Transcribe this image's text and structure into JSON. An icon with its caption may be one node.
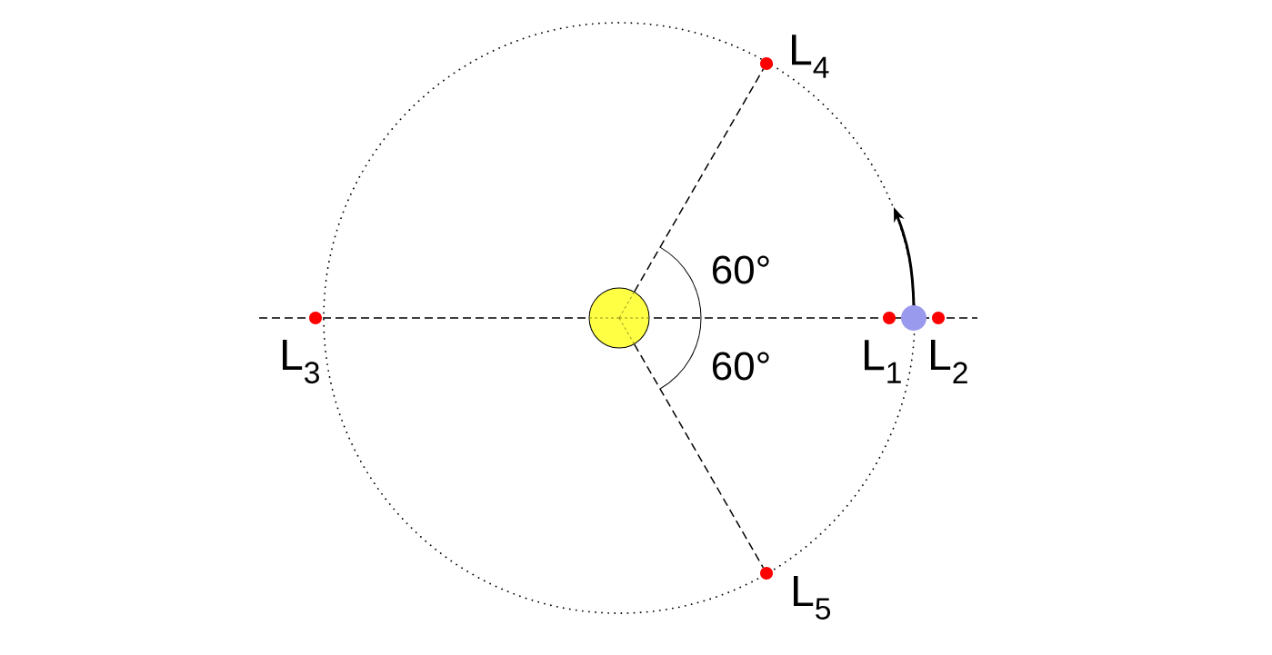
{
  "diagram": {
    "nodes": [
      {
        "text": [],
        "shape": "circle",
        "beside": [
          "L$_{4}$"
        ]
      },
      {
        "text": [],
        "shape": "circle",
        "beside": [
          "L$_{3}$"
        ]
      },
      {
        "text": [],
        "shape": "circle"
      },
      {
        "text": [],
        "shape": "circle",
        "beside": [
          "L$_{1}$"
        ]
      },
      {
        "text": [],
        "shape": "circle"
      },
      {
        "text": [],
        "shape": "circle",
        "beside": [
          "L$_{2}$"
        ]
      },
      {
        "text": [],
        "shape": "circle",
        "beside": [
          "L$_{5}$"
        ]
      }
    ],
    "edges": [
      {
        "from": 2,
        "to": 0,
        "arrow": "none",
        "style": "dashed"
      },
      {
        "from": 2,
        "to": 6,
        "arrow": "none",
        "style": "dashed"
      }
    ],
    "labels": [
      "60°",
      "60°"
    ]
  }
}
